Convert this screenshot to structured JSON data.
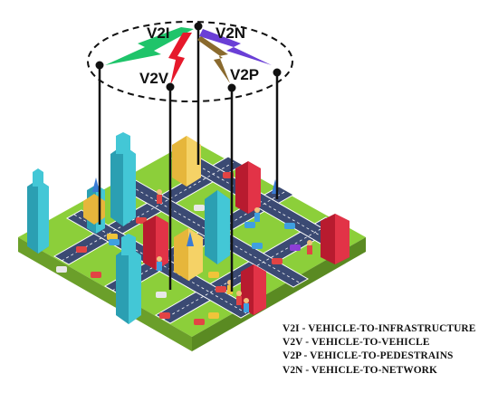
{
  "diagram": {
    "links": [
      {
        "label": "V2I",
        "color": "#1fc46a"
      },
      {
        "label": "V2V",
        "color": "#e6192b"
      },
      {
        "label": "V2N",
        "color": "#6a3fd6"
      },
      {
        "label": "V2P",
        "color": "#8a6a2e"
      }
    ]
  },
  "legend": {
    "items": [
      "V2I - VEHICLE-TO-INFRASTRUCTURE",
      "V2V - VEHICLE-TO-VEHICLE",
      "V2P - VEHICLE-TO-PEDESTRAINS",
      "V2N - VEHICLE-TO-NETWORK"
    ]
  },
  "colors": {
    "grass": "#8ccf3a",
    "road": "#3b4a73",
    "skyscraper": "#34b5c4",
    "redBuilding": "#d8223a",
    "yellowBuilding": "#f2c84b"
  }
}
